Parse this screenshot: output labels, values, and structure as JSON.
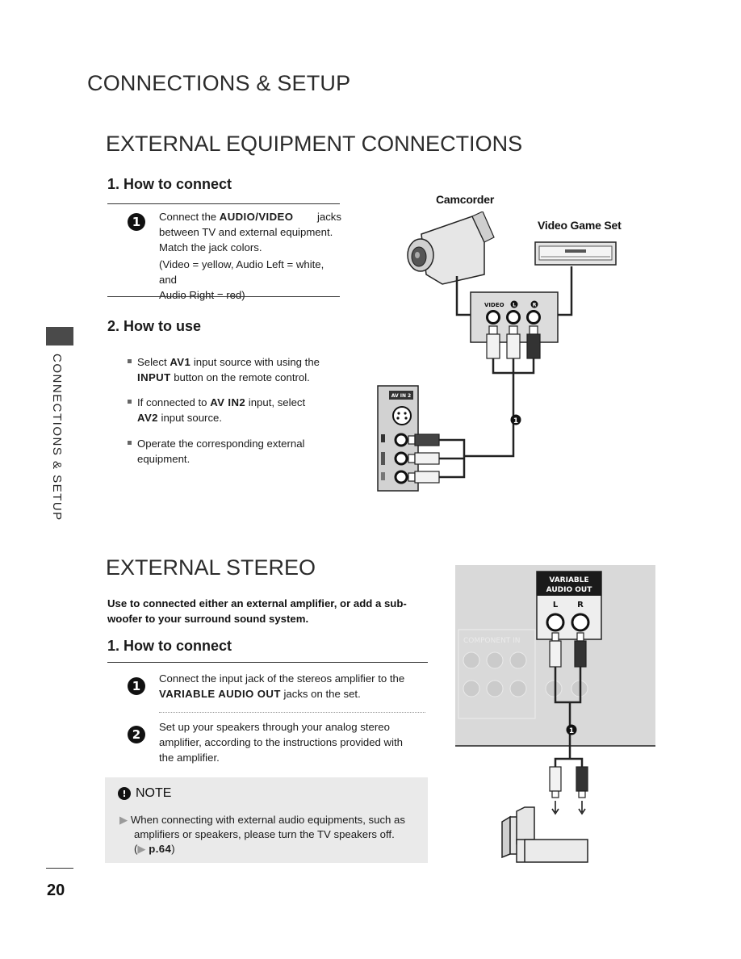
{
  "page": {
    "section_title": "CONNECTIONS & SETUP",
    "side_tab": "CONNECTIONS & SETUP",
    "page_number": "20"
  },
  "external_equipment": {
    "title": "EXTERNAL EQUIPMENT CONNECTIONS",
    "how_to_connect": {
      "heading": "1. How to connect",
      "step_number": "1",
      "text_a": "Connect the ",
      "text_bold": "AUDIO/VIDEO",
      "text_b": " jacks",
      "line2": "between TV and external equipment.",
      "line3": "Match the jack colors.",
      "line4": "(Video = yellow, Audio Left = white, and",
      "line5": "Audio Right = red)"
    },
    "how_to_use": {
      "heading": "2. How to use",
      "bullet1_a": "Select ",
      "bullet1_b": "AV1",
      "bullet1_c": " input source with using the",
      "bullet1_d": "INPUT",
      "bullet1_e": " button on the remote control.",
      "bullet2_a": "If connected to ",
      "bullet2_b": "AV IN2",
      "bullet2_c": " input, select",
      "bullet2_d": "AV2",
      "bullet2_e": " input source.",
      "bullet3_a": "Operate the corresponding external",
      "bullet3_b": "equipment."
    },
    "diagram": {
      "camcorder_label": "Camcorder",
      "game_label": "Video Game Set",
      "jack_video": "VIDEO",
      "jack_l": "L",
      "jack_r": "R",
      "panel_label": "AV IN 2",
      "callout": "1"
    }
  },
  "external_stereo": {
    "title": "EXTERNAL STEREO",
    "intro_line1": "Use to connected either an external amplifier, or add a sub-",
    "intro_line2": "woofer to your surround sound system.",
    "how_to_connect": {
      "heading": "1. How to connect",
      "step1_number": "1",
      "step1_line1": "Connect the input jack of the stereos amplifier to the",
      "step1_bold": "VARIABLE AUDIO OUT",
      "step1_tail": " jacks on the set.",
      "step2_number": "2",
      "step2_line1": "Set up your speakers through your analog stereo",
      "step2_line2": "amplifier, according to the instructions provided with",
      "step2_line3": "the amplifier."
    },
    "note": {
      "title": "NOTE",
      "line1": "When connecting with external audio equipments, such as",
      "line2": "amplifiers or speakers, please turn the TV speakers off.",
      "ref_open": "(",
      "ref_bold": "p.64",
      "ref_close": ")"
    },
    "diagram": {
      "variable_line1": "VARIABLE",
      "variable_line2": "AUDIO OUT",
      "l": "L",
      "r": "R",
      "component_in": "COMPONENT IN",
      "callout": "1"
    }
  },
  "colors": {
    "heading": "#2b2b2b",
    "note_bg": "#eaeaea",
    "panel_gray": "#d9d9d9",
    "jack_dark": "#1a1a1a",
    "arrow": "#9a9a9a"
  }
}
